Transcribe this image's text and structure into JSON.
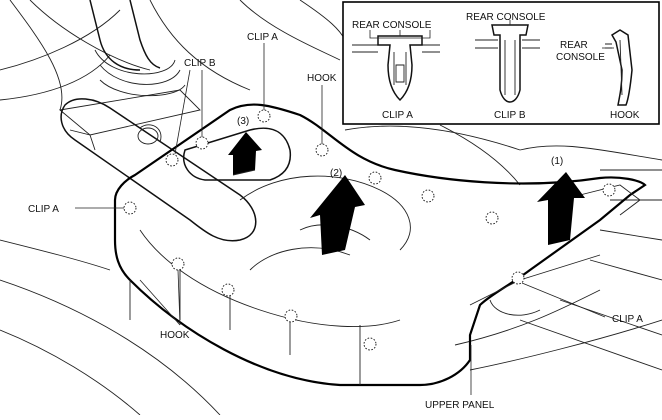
{
  "labels": {
    "clip_a_top": "CLIP A",
    "clip_b_left": "CLIP B",
    "hook_top": "HOOK",
    "clip_a_left": "CLIP A",
    "hook_bottom": "HOOK",
    "clip_a_right": "CLIP A",
    "upper_panel": "UPPER PANEL"
  },
  "steps": {
    "step1": "(1)",
    "step2": "(2)",
    "step3": "(3)"
  },
  "inset": {
    "rear_console_1": "REAR CONSOLE",
    "rear_console_2": "REAR CONSOLE",
    "rear_console_3a": "REAR",
    "rear_console_3b": "CONSOLE",
    "clip_a": "CLIP A",
    "clip_b": "CLIP B",
    "hook": "HOOK"
  },
  "icons": {
    "removal_arrow": "up-arrow-icon",
    "clip_location": "dashed-circle-icon"
  }
}
